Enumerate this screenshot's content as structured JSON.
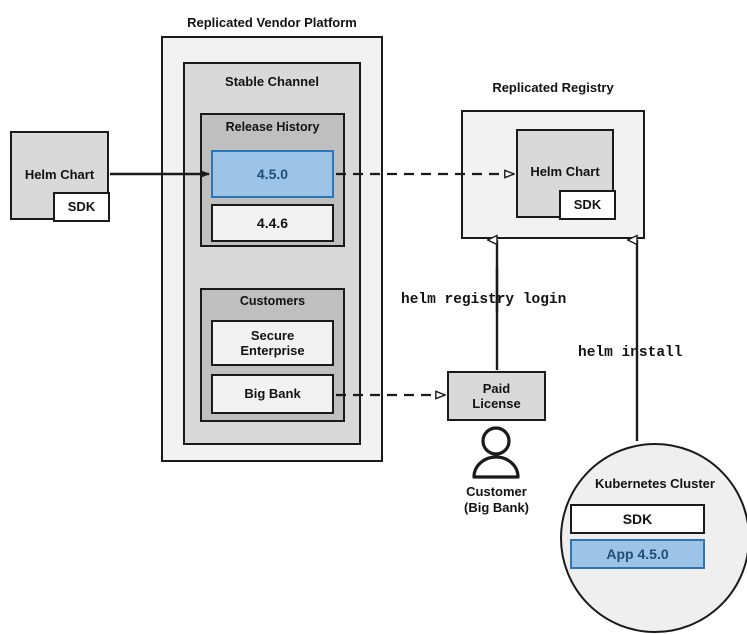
{
  "diagram": {
    "title_vendor_platform": "Replicated Vendor Platform",
    "title_registry": "Replicated Registry",
    "stable_channel": "Stable Channel",
    "release_history": "Release History",
    "customers": "Customers",
    "release_versions": [
      {
        "label": "4.5.0",
        "highlighted": true
      },
      {
        "label": "4.4.6",
        "highlighted": false
      }
    ],
    "customer_entries": [
      {
        "label": "Secure\nEnterprise"
      },
      {
        "label": "Big Bank"
      }
    ],
    "source_chart": {
      "title": "Helm Chart",
      "sdk": "SDK"
    },
    "registry_chart": {
      "title": "Helm Chart",
      "sdk": "SDK"
    },
    "paid_license": "Paid\nLicense",
    "customer_actor": "Customer\n(Big Bank)",
    "commands": {
      "registry_login": "helm registry login",
      "install": "helm install"
    },
    "cluster": {
      "title": "Kubernetes Cluster",
      "items": [
        {
          "label": "SDK",
          "highlighted": false
        },
        {
          "label": "App 4.5.0",
          "highlighted": true
        }
      ]
    },
    "colors": {
      "highlight_fill": "#9dc3e6",
      "highlight_border": "#2e75b6",
      "highlight_text": "#1f4e79",
      "ink": "#1a1a1a",
      "panel_outer": "#f2f2f2",
      "panel_mid": "#d9d9d9",
      "panel_inner": "#bfbfbf",
      "box_fill": "#efefef"
    }
  }
}
